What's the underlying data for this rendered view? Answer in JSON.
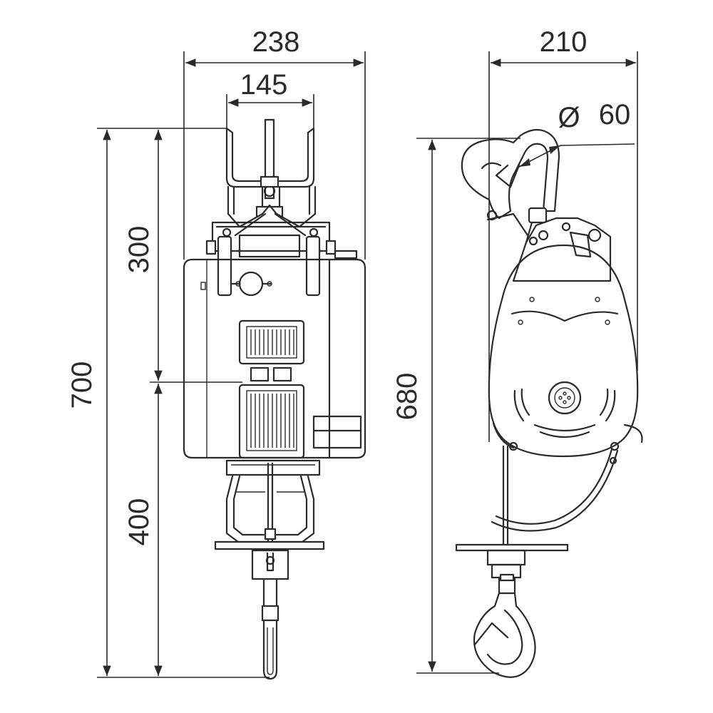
{
  "dimensions": {
    "front_width_total": "238",
    "front_width_hook": "145",
    "side_width": "210",
    "pulley_diameter_symbol": "Ø",
    "pulley_diameter": "60",
    "total_height": "700",
    "upper_height": "300",
    "lower_height": "400",
    "side_height": "680"
  }
}
